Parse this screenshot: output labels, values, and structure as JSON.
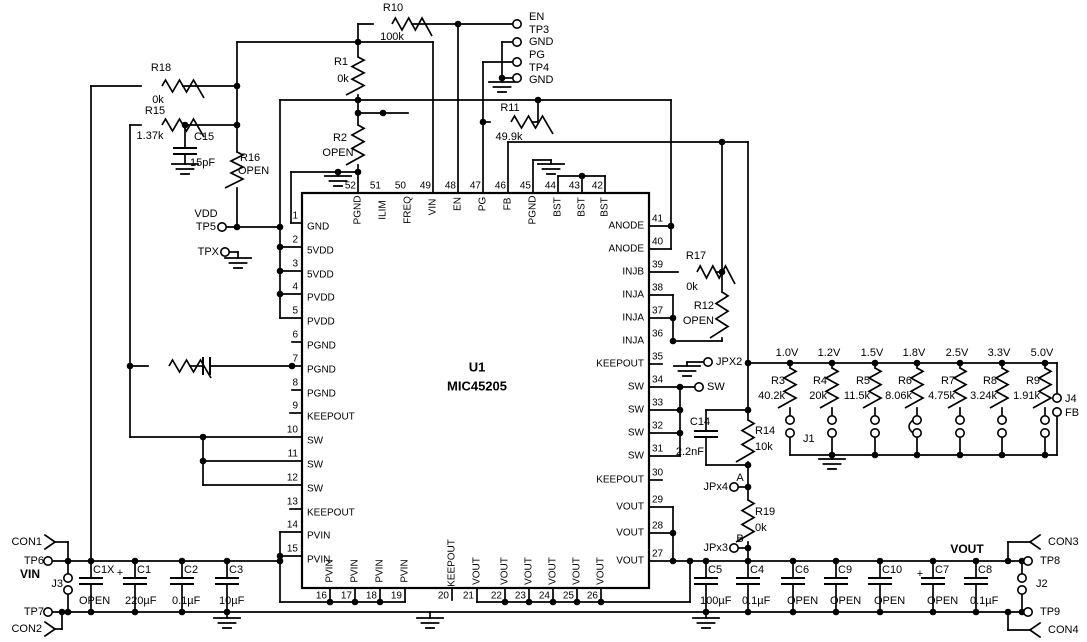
{
  "schematic": {
    "component": {
      "ref": "U1",
      "part": "MIC45205"
    },
    "pins": {
      "left": [
        {
          "num": "1",
          "name": "GND"
        },
        {
          "num": "2",
          "name": "5VDD"
        },
        {
          "num": "3",
          "name": "5VDD"
        },
        {
          "num": "4",
          "name": "PVDD"
        },
        {
          "num": "5",
          "name": "PVDD"
        },
        {
          "num": "6",
          "name": "PGND"
        },
        {
          "num": "7",
          "name": "PGND"
        },
        {
          "num": "8",
          "name": "PGND"
        },
        {
          "num": "9",
          "name": "KEEPOUT"
        },
        {
          "num": "10",
          "name": "SW"
        },
        {
          "num": "11",
          "name": "SW"
        },
        {
          "num": "12",
          "name": "SW"
        },
        {
          "num": "13",
          "name": "KEEPOUT"
        },
        {
          "num": "14",
          "name": "PVIN"
        },
        {
          "num": "15",
          "name": "PVIN"
        }
      ],
      "top": [
        {
          "num": "52",
          "name": "PGND"
        },
        {
          "num": "51",
          "name": "ILIM"
        },
        {
          "num": "50",
          "name": "FREQ"
        },
        {
          "num": "49",
          "name": "VIN"
        },
        {
          "num": "48",
          "name": "EN"
        },
        {
          "num": "47",
          "name": "PG"
        },
        {
          "num": "46",
          "name": "FB"
        },
        {
          "num": "45",
          "name": "PGND"
        },
        {
          "num": "44",
          "name": "BST"
        },
        {
          "num": "43",
          "name": "BST"
        },
        {
          "num": "42",
          "name": "BST"
        }
      ],
      "right": [
        {
          "num": "41",
          "name": "ANODE"
        },
        {
          "num": "40",
          "name": "ANODE"
        },
        {
          "num": "39",
          "name": "INJB"
        },
        {
          "num": "38",
          "name": "INJA"
        },
        {
          "num": "37",
          "name": "INJA"
        },
        {
          "num": "36",
          "name": "INJA"
        },
        {
          "num": "35",
          "name": "KEEPOUT"
        },
        {
          "num": "34",
          "name": "SW"
        },
        {
          "num": "33",
          "name": "SW"
        },
        {
          "num": "32",
          "name": "SW"
        },
        {
          "num": "31",
          "name": "SW"
        },
        {
          "num": "30",
          "name": "KEEPOUT"
        },
        {
          "num": "29",
          "name": "VOUT"
        },
        {
          "num": "28",
          "name": "VOUT"
        },
        {
          "num": "27",
          "name": "VOUT"
        }
      ],
      "bottom": [
        {
          "num": "16",
          "name": "PVIN"
        },
        {
          "num": "17",
          "name": "PVIN"
        },
        {
          "num": "18",
          "name": "PVIN"
        },
        {
          "num": "19",
          "name": "PVIN"
        },
        {
          "num": "20",
          "name": "KEEPOUT"
        },
        {
          "num": "21",
          "name": "VOUT"
        },
        {
          "num": "22",
          "name": "VOUT"
        },
        {
          "num": "23",
          "name": "VOUT"
        },
        {
          "num": "24",
          "name": "VOUT"
        },
        {
          "num": "25",
          "name": "VOUT"
        },
        {
          "num": "26",
          "name": "VOUT"
        }
      ]
    },
    "voltage_options": [
      {
        "label": "1.0V",
        "ref": "R3",
        "value": "40.2k"
      },
      {
        "label": "1.2V",
        "ref": "R4",
        "value": "20k"
      },
      {
        "label": "1.5V",
        "ref": "R5",
        "value": "11.5k"
      },
      {
        "label": "1.8V",
        "ref": "R6",
        "value": "8.06k"
      },
      {
        "label": "2.5V",
        "ref": "R7",
        "value": "4.75k"
      },
      {
        "label": "3.3V",
        "ref": "R8",
        "value": "3.24k"
      },
      {
        "label": "5.0V",
        "ref": "R9",
        "value": "1.91k"
      }
    ],
    "colors": {
      "line": "#000000",
      "background": "#ffffff"
    },
    "labels": [
      [
        161,
        68,
        "R18"
      ],
      [
        158,
        100,
        "0k"
      ],
      [
        155,
        111,
        "R15"
      ],
      [
        150,
        136,
        "1.37k"
      ],
      [
        194,
        137,
        "C15",
        "l"
      ],
      [
        190,
        163,
        "15pF",
        "l"
      ],
      [
        240,
        158,
        "R16",
        "l"
      ],
      [
        238,
        171,
        "OPEN",
        "l"
      ],
      [
        206,
        214,
        "VDD"
      ],
      [
        216,
        227,
        "TP5",
        "r"
      ],
      [
        219,
        252,
        "TPX",
        "r"
      ],
      [
        393,
        8,
        "R10"
      ],
      [
        392,
        37,
        "100k"
      ],
      [
        341,
        62,
        "R1"
      ],
      [
        343,
        79,
        "0k"
      ],
      [
        340,
        138,
        "R2"
      ],
      [
        338,
        153,
        "OPEN"
      ],
      [
        529,
        17,
        "EN",
        "l"
      ],
      [
        529,
        30,
        "TP3",
        "l"
      ],
      [
        529,
        42,
        "GND",
        "l"
      ],
      [
        529,
        55,
        "PG",
        "l"
      ],
      [
        529,
        68,
        "TP4",
        "l"
      ],
      [
        529,
        80,
        "GND",
        "l"
      ],
      [
        510,
        108,
        "R11"
      ],
      [
        509,
        137,
        "49.9k"
      ],
      [
        477,
        367,
        "U1",
        "c",
        "big"
      ],
      [
        477,
        386,
        "MIC45205",
        "c",
        "big"
      ],
      [
        696,
        256,
        "R17"
      ],
      [
        692,
        287,
        "0k"
      ],
      [
        714,
        306,
        "R12",
        "r"
      ],
      [
        714,
        321,
        "OPEN",
        "r"
      ],
      [
        716,
        362,
        "JPX2",
        "l"
      ],
      [
        707,
        387,
        "SW",
        "l"
      ],
      [
        700,
        422,
        "C14"
      ],
      [
        704,
        452,
        "2.2nF",
        "r"
      ],
      [
        755,
        431,
        "R14",
        "l"
      ],
      [
        755,
        447,
        "10k",
        "l"
      ],
      [
        740,
        478,
        "A"
      ],
      [
        728,
        487,
        "JPx4",
        "r"
      ],
      [
        755,
        512,
        "R19",
        "l"
      ],
      [
        755,
        528,
        "0k",
        "l"
      ],
      [
        740,
        539,
        "B"
      ],
      [
        728,
        548,
        "JPx3",
        "r"
      ],
      [
        787,
        353,
        "1.0V"
      ],
      [
        829,
        353,
        "1.2V"
      ],
      [
        872,
        353,
        "1.5V"
      ],
      [
        914,
        353,
        "1.8V"
      ],
      [
        957,
        353,
        "2.5V"
      ],
      [
        999,
        353,
        "3.3V"
      ],
      [
        1042,
        353,
        "5.0V"
      ],
      [
        785,
        381,
        "R3",
        "r"
      ],
      [
        785,
        396,
        "40.2k",
        "r"
      ],
      [
        827,
        381,
        "R4",
        "r"
      ],
      [
        827,
        396,
        "20k",
        "r"
      ],
      [
        870,
        381,
        "R5",
        "r"
      ],
      [
        870,
        396,
        "11.5k",
        "r"
      ],
      [
        912,
        381,
        "R6",
        "r"
      ],
      [
        912,
        396,
        "8.06k",
        "r"
      ],
      [
        955,
        381,
        "R7",
        "r"
      ],
      [
        955,
        396,
        "4.75k",
        "r"
      ],
      [
        997,
        381,
        "R8",
        "r"
      ],
      [
        997,
        396,
        "3.24k",
        "r"
      ],
      [
        1040,
        381,
        "R9",
        "r"
      ],
      [
        1040,
        396,
        "1.91k",
        "r"
      ],
      [
        803,
        439,
        "J1",
        "l"
      ],
      [
        1065,
        399,
        "J4",
        "l"
      ],
      [
        1065,
        413,
        "FB",
        "l"
      ],
      [
        42,
        542,
        "CON1",
        "r"
      ],
      [
        44,
        561,
        "TP6",
        "r"
      ],
      [
        40,
        574,
        "VIN",
        "r",
        "b"
      ],
      [
        63,
        584,
        "J3",
        "r"
      ],
      [
        44,
        612,
        "TP7",
        "r"
      ],
      [
        42,
        629,
        "CON2",
        "r"
      ],
      [
        93,
        570,
        "C1X",
        "l"
      ],
      [
        79,
        601,
        "OPEN",
        "l"
      ],
      [
        120,
        573,
        "+"
      ],
      [
        137,
        570,
        "C1",
        "l"
      ],
      [
        125,
        601,
        "220µF",
        "l"
      ],
      [
        184,
        570,
        "C2",
        "l"
      ],
      [
        172,
        601,
        "0.1µF",
        "l"
      ],
      [
        229,
        570,
        "C3",
        "l"
      ],
      [
        219,
        601,
        "10µF",
        "l"
      ],
      [
        708,
        570,
        "C5",
        "l"
      ],
      [
        700,
        601,
        "100µF",
        "l"
      ],
      [
        750,
        570,
        "C4",
        "l"
      ],
      [
        742,
        601,
        "0.1µF",
        "l"
      ],
      [
        795,
        570,
        "C6",
        "l"
      ],
      [
        787,
        601,
        "OPEN",
        "l"
      ],
      [
        838,
        570,
        "C9",
        "l"
      ],
      [
        830,
        601,
        "OPEN",
        "l"
      ],
      [
        882,
        570,
        "C10",
        "l"
      ],
      [
        874,
        601,
        "OPEN",
        "l"
      ],
      [
        920,
        574,
        "+"
      ],
      [
        935,
        570,
        "C7",
        "l"
      ],
      [
        927,
        601,
        "OPEN",
        "l"
      ],
      [
        978,
        570,
        "C8",
        "l"
      ],
      [
        970,
        601,
        "0.1µF",
        "l"
      ],
      [
        967,
        549,
        "VOUT",
        "c",
        "b"
      ],
      [
        1048,
        542,
        "CON3",
        "l"
      ],
      [
        1040,
        561,
        "TP8",
        "l"
      ],
      [
        1036,
        584,
        "J2",
        "l"
      ],
      [
        1040,
        612,
        "TP9",
        "l"
      ],
      [
        1048,
        630,
        "CON4",
        "l"
      ]
    ]
  }
}
